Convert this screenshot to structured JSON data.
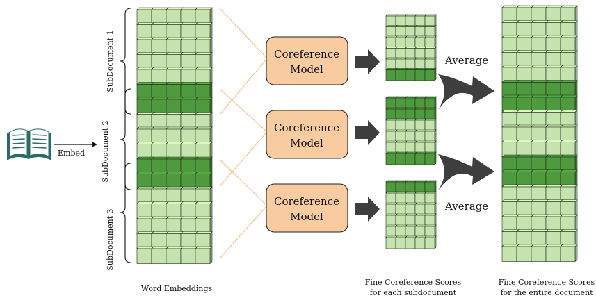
{
  "embed_label": "Embed",
  "subdocuments": [
    "SubDocument 1",
    "SubDocument 2",
    "SubDocument 3"
  ],
  "model_label": [
    "Coreference",
    "Model"
  ],
  "average_label": "Average",
  "captions": {
    "word_embeddings": "Word Embeddings",
    "subdoc_scores": [
      "Fine Coreference Scores",
      "for each subdocument"
    ],
    "doc_scores": [
      "Fine Coreference Scores",
      "for the entire document"
    ]
  },
  "colors": {
    "light_green": "#c4e3ae",
    "dark_green": "#4f9a3e",
    "model_fill": "#f8cba1",
    "arrow": "#3e3e3e",
    "wedge": "#f3b77c",
    "book": "#2b6b68"
  }
}
